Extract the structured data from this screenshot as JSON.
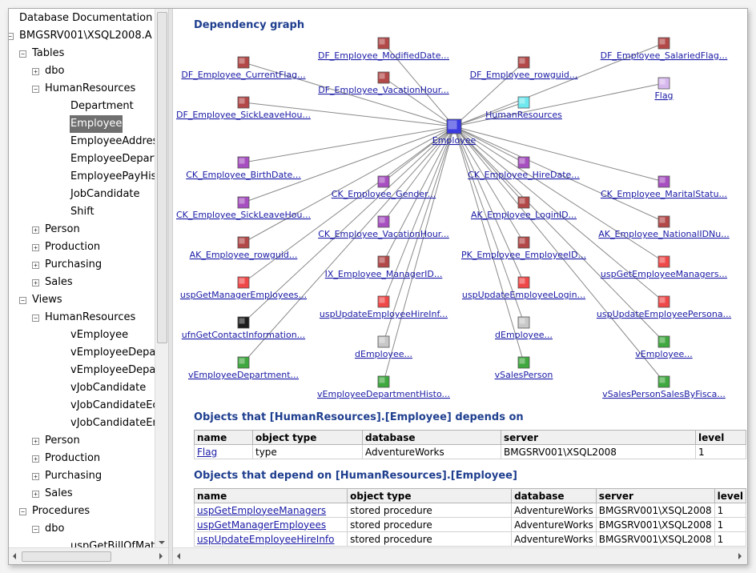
{
  "tree": [
    {
      "label": "Database Documentation",
      "depth": 0
    },
    {
      "label": "BMGSRV001\\XSQL2008.A",
      "depth": 0,
      "toggle": "-"
    },
    {
      "label": "Tables",
      "depth": 1,
      "toggle": "-"
    },
    {
      "label": "dbo",
      "depth": 2,
      "toggle": "+"
    },
    {
      "label": "HumanResources",
      "depth": 2,
      "toggle": "-"
    },
    {
      "label": "Department",
      "depth": 3
    },
    {
      "label": "Employee",
      "depth": 3,
      "selected": true
    },
    {
      "label": "EmployeeAddress",
      "depth": 3
    },
    {
      "label": "EmployeeDepart",
      "depth": 3
    },
    {
      "label": "EmployeePayHist",
      "depth": 3
    },
    {
      "label": "JobCandidate",
      "depth": 3
    },
    {
      "label": "Shift",
      "depth": 3
    },
    {
      "label": "Person",
      "depth": 2,
      "toggle": "+"
    },
    {
      "label": "Production",
      "depth": 2,
      "toggle": "+"
    },
    {
      "label": "Purchasing",
      "depth": 2,
      "toggle": "+"
    },
    {
      "label": "Sales",
      "depth": 2,
      "toggle": "+"
    },
    {
      "label": "Views",
      "depth": 1,
      "toggle": "-"
    },
    {
      "label": "HumanResources",
      "depth": 2,
      "toggle": "-"
    },
    {
      "label": "vEmployee",
      "depth": 3
    },
    {
      "label": "vEmployeeDepar",
      "depth": 3
    },
    {
      "label": "vEmployeeDepar",
      "depth": 3
    },
    {
      "label": "vJobCandidate",
      "depth": 3
    },
    {
      "label": "vJobCandidateEc",
      "depth": 3
    },
    {
      "label": "vJobCandidateEr",
      "depth": 3
    },
    {
      "label": "Person",
      "depth": 2,
      "toggle": "+"
    },
    {
      "label": "Production",
      "depth": 2,
      "toggle": "+"
    },
    {
      "label": "Purchasing",
      "depth": 2,
      "toggle": "+"
    },
    {
      "label": "Sales",
      "depth": 2,
      "toggle": "+"
    },
    {
      "label": "Procedures",
      "depth": 1,
      "toggle": "-"
    },
    {
      "label": "dbo",
      "depth": 2,
      "toggle": "-"
    },
    {
      "label": "uspGetBillOfMate",
      "depth": 3
    }
  ],
  "graph": {
    "title": "Dependency graph",
    "center": {
      "label": "Employee",
      "color": "#3a3ae0"
    },
    "nodes": [
      {
        "label": "DF_Employee_ModifiedDate...",
        "color": "#b24848"
      },
      {
        "label": "DF_Employee_SalariedFlag...",
        "color": "#b24848"
      },
      {
        "label": "DF_Employee_CurrentFlag...",
        "color": "#b24848"
      },
      {
        "label": "DF_Employee_VacationHour...",
        "color": "#b24848"
      },
      {
        "label": "DF_Employee_rowguid...",
        "color": "#b24848"
      },
      {
        "label": "Flag",
        "color": "#d7b8ee"
      },
      {
        "label": "DF_Employee_SickLeaveHou...",
        "color": "#b24848"
      },
      {
        "label": "HumanResources",
        "color": "#6fe8ef"
      },
      {
        "label": "CK_Employee_BirthDate...",
        "color": "#a74fc0"
      },
      {
        "label": "CK_Employee_HireDate...",
        "color": "#a74fc0"
      },
      {
        "label": "CK_Employee_Gender...",
        "color": "#a74fc0"
      },
      {
        "label": "CK_Employee_MaritalStatu...",
        "color": "#a74fc0"
      },
      {
        "label": "CK_Employee_SickLeaveHou...",
        "color": "#a74fc0"
      },
      {
        "label": "AK_Employee_LoginID...",
        "color": "#b24848"
      },
      {
        "label": "CK_Employee_VacationHour...",
        "color": "#a74fc0"
      },
      {
        "label": "AK_Employee_NationalIDNu...",
        "color": "#b24848"
      },
      {
        "label": "AK_Employee_rowguid...",
        "color": "#b24848"
      },
      {
        "label": "PK_Employee_EmployeeID...",
        "color": "#b24848"
      },
      {
        "label": "IX_Employee_ManagerID...",
        "color": "#b24848"
      },
      {
        "label": "uspGetEmployeeManagers...",
        "color": "#ef4848"
      },
      {
        "label": "uspGetManagerEmployees...",
        "color": "#ef4848"
      },
      {
        "label": "uspUpdateEmployeeLogin...",
        "color": "#ef4848"
      },
      {
        "label": "uspUpdateEmployeeHireInf...",
        "color": "#ef4848"
      },
      {
        "label": "uspUpdateEmployeePersona...",
        "color": "#ef4848"
      },
      {
        "label": "ufnGetContactInformation...",
        "color": "#1e1e1e"
      },
      {
        "label": "dEmployee...",
        "color": "#c8c8c8"
      },
      {
        "label": "dEmployee...",
        "color": "#c8c8c8"
      },
      {
        "label": "vEmployee...",
        "color": "#3fa83f"
      },
      {
        "label": "vEmployeeDepartment...",
        "color": "#3fa83f"
      },
      {
        "label": "vSalesPerson",
        "color": "#3fa83f"
      },
      {
        "label": "vEmployeeDepartmentHisto...",
        "color": "#3fa83f"
      },
      {
        "label": "vSalesPersonSalesByFisca...",
        "color": "#3fa83f"
      }
    ]
  },
  "depends_on": {
    "title": "Objects that [HumanResources].[Employee] depends on",
    "columns": [
      "name",
      "object type",
      "database",
      "server",
      "level"
    ],
    "rows": [
      [
        "Flag",
        "type",
        "AdventureWorks",
        "BMGSRV001\\XSQL2008",
        "1"
      ]
    ]
  },
  "depend_on_this": {
    "title": "Objects that depend on [HumanResources].[Employee]",
    "columns": [
      "name",
      "object type",
      "database",
      "server",
      "level"
    ],
    "rows": [
      [
        "uspGetEmployeeManagers",
        "stored procedure",
        "AdventureWorks",
        "BMGSRV001\\XSQL2008",
        "1"
      ],
      [
        "uspGetManagerEmployees",
        "stored procedure",
        "AdventureWorks",
        "BMGSRV001\\XSQL2008",
        "1"
      ],
      [
        "uspUpdateEmployeeHireInfo",
        "stored procedure",
        "AdventureWorks",
        "BMGSRV001\\XSQL2008",
        "1"
      ]
    ]
  }
}
